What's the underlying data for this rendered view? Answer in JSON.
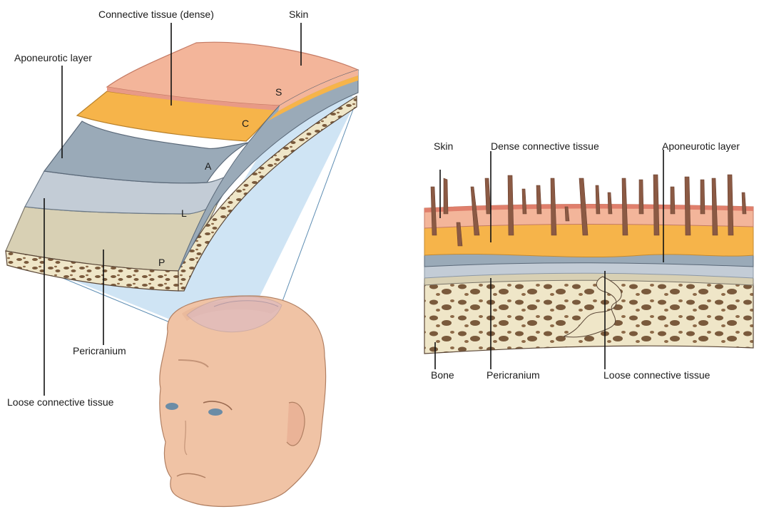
{
  "left_diagram": {
    "labels": {
      "connective_tissue_dense": "Connective tissue (dense)",
      "skin": "Skin",
      "aponeurotic_layer": "Aponeurotic layer",
      "pericranium": "Pericranium",
      "loose_connective_tissue": "Loose connective tissue"
    },
    "layer_letters": {
      "s": "S",
      "c": "C",
      "a": "A",
      "l": "L",
      "p": "P"
    }
  },
  "right_diagram": {
    "labels": {
      "skin": "Skin",
      "dense_connective_tissue": "Dense connective tissue",
      "aponeurotic_layer": "Aponeurotic layer",
      "bone": "Bone",
      "pericranium": "Pericranium",
      "loose_connective_tissue": "Loose connective tissue"
    }
  },
  "colors": {
    "skin": "#f3b59a",
    "dense_connective": "#f6b44a",
    "aponeurotic": "#9aaab8",
    "loose": "#c3ccd6",
    "pericranium": "#d8d0b4",
    "bone": "#efe6c8",
    "projection": "#c7dff2"
  }
}
